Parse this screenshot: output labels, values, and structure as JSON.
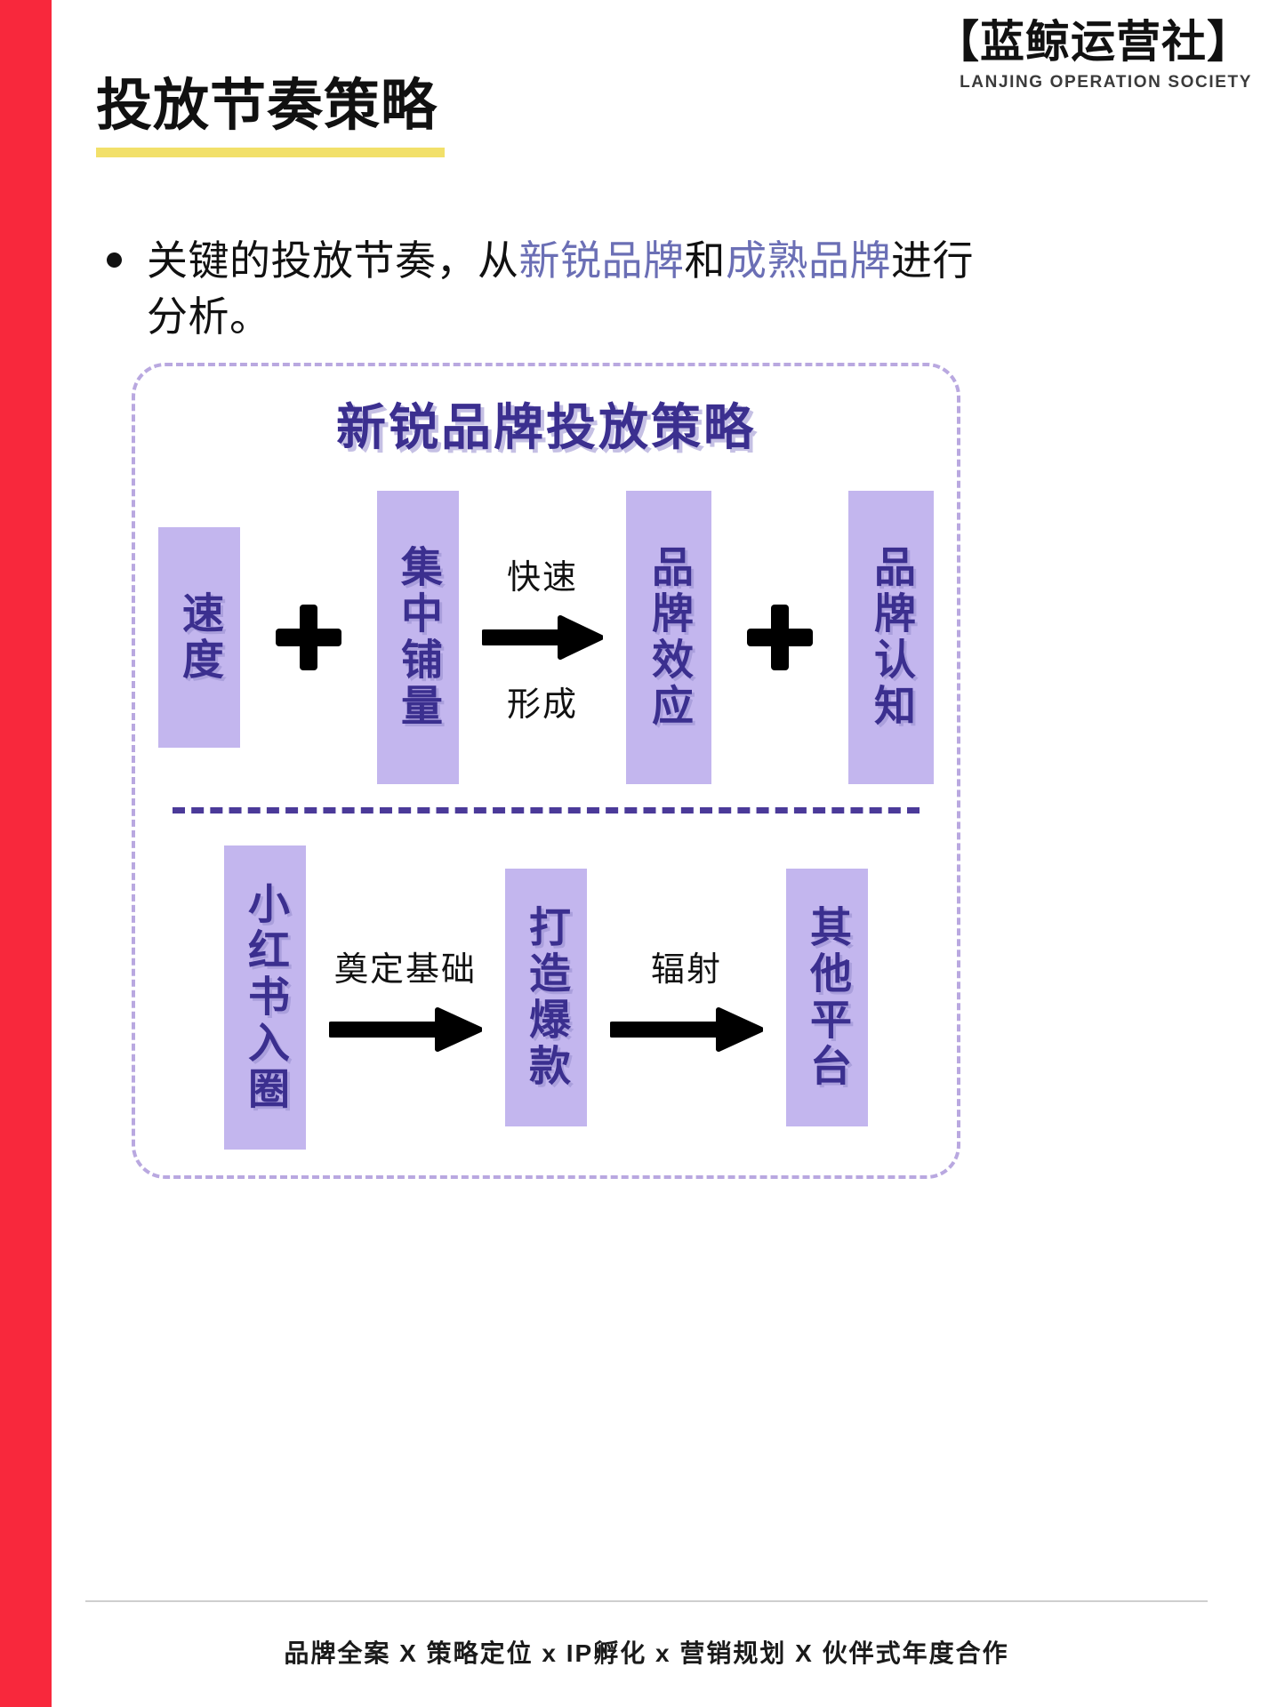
{
  "brand": {
    "logo_cn": "【蓝鲸运营社】",
    "logo_en": "LANJING OPERATION SOCIETY",
    "accent_red": "#f8283c",
    "accent_yellow": "#f2e06a",
    "accent_purple_dark": "#3b2f8f",
    "accent_purple_light": "#c3b6ee"
  },
  "header": {
    "title": "投放节奏策略"
  },
  "bullet": {
    "part1": "关键的投放节奏，从",
    "highlight1": "新锐品牌",
    "part2": "和",
    "highlight2": "成熟品牌",
    "part3": "进行分析。"
  },
  "diagram": {
    "title": "新锐品牌投放策略",
    "row1": {
      "box_speed": "速度",
      "plus1": "+",
      "box_volume": "集中铺量",
      "arrow_top_label": "快速",
      "arrow_bottom_label": "形成",
      "box_effect": "品牌效应",
      "plus2": "+",
      "box_awareness": "品牌认知"
    },
    "row2": {
      "box_xhs": "小红书入圈",
      "arrow1_label": "奠定基础",
      "box_hot": "打造爆款",
      "arrow2_label": "辐射",
      "box_other": "其他平台"
    }
  },
  "footer": {
    "text": "品牌全案 X 策略定位 x IP孵化 x 营销规划 X 伙伴式年度合作"
  }
}
